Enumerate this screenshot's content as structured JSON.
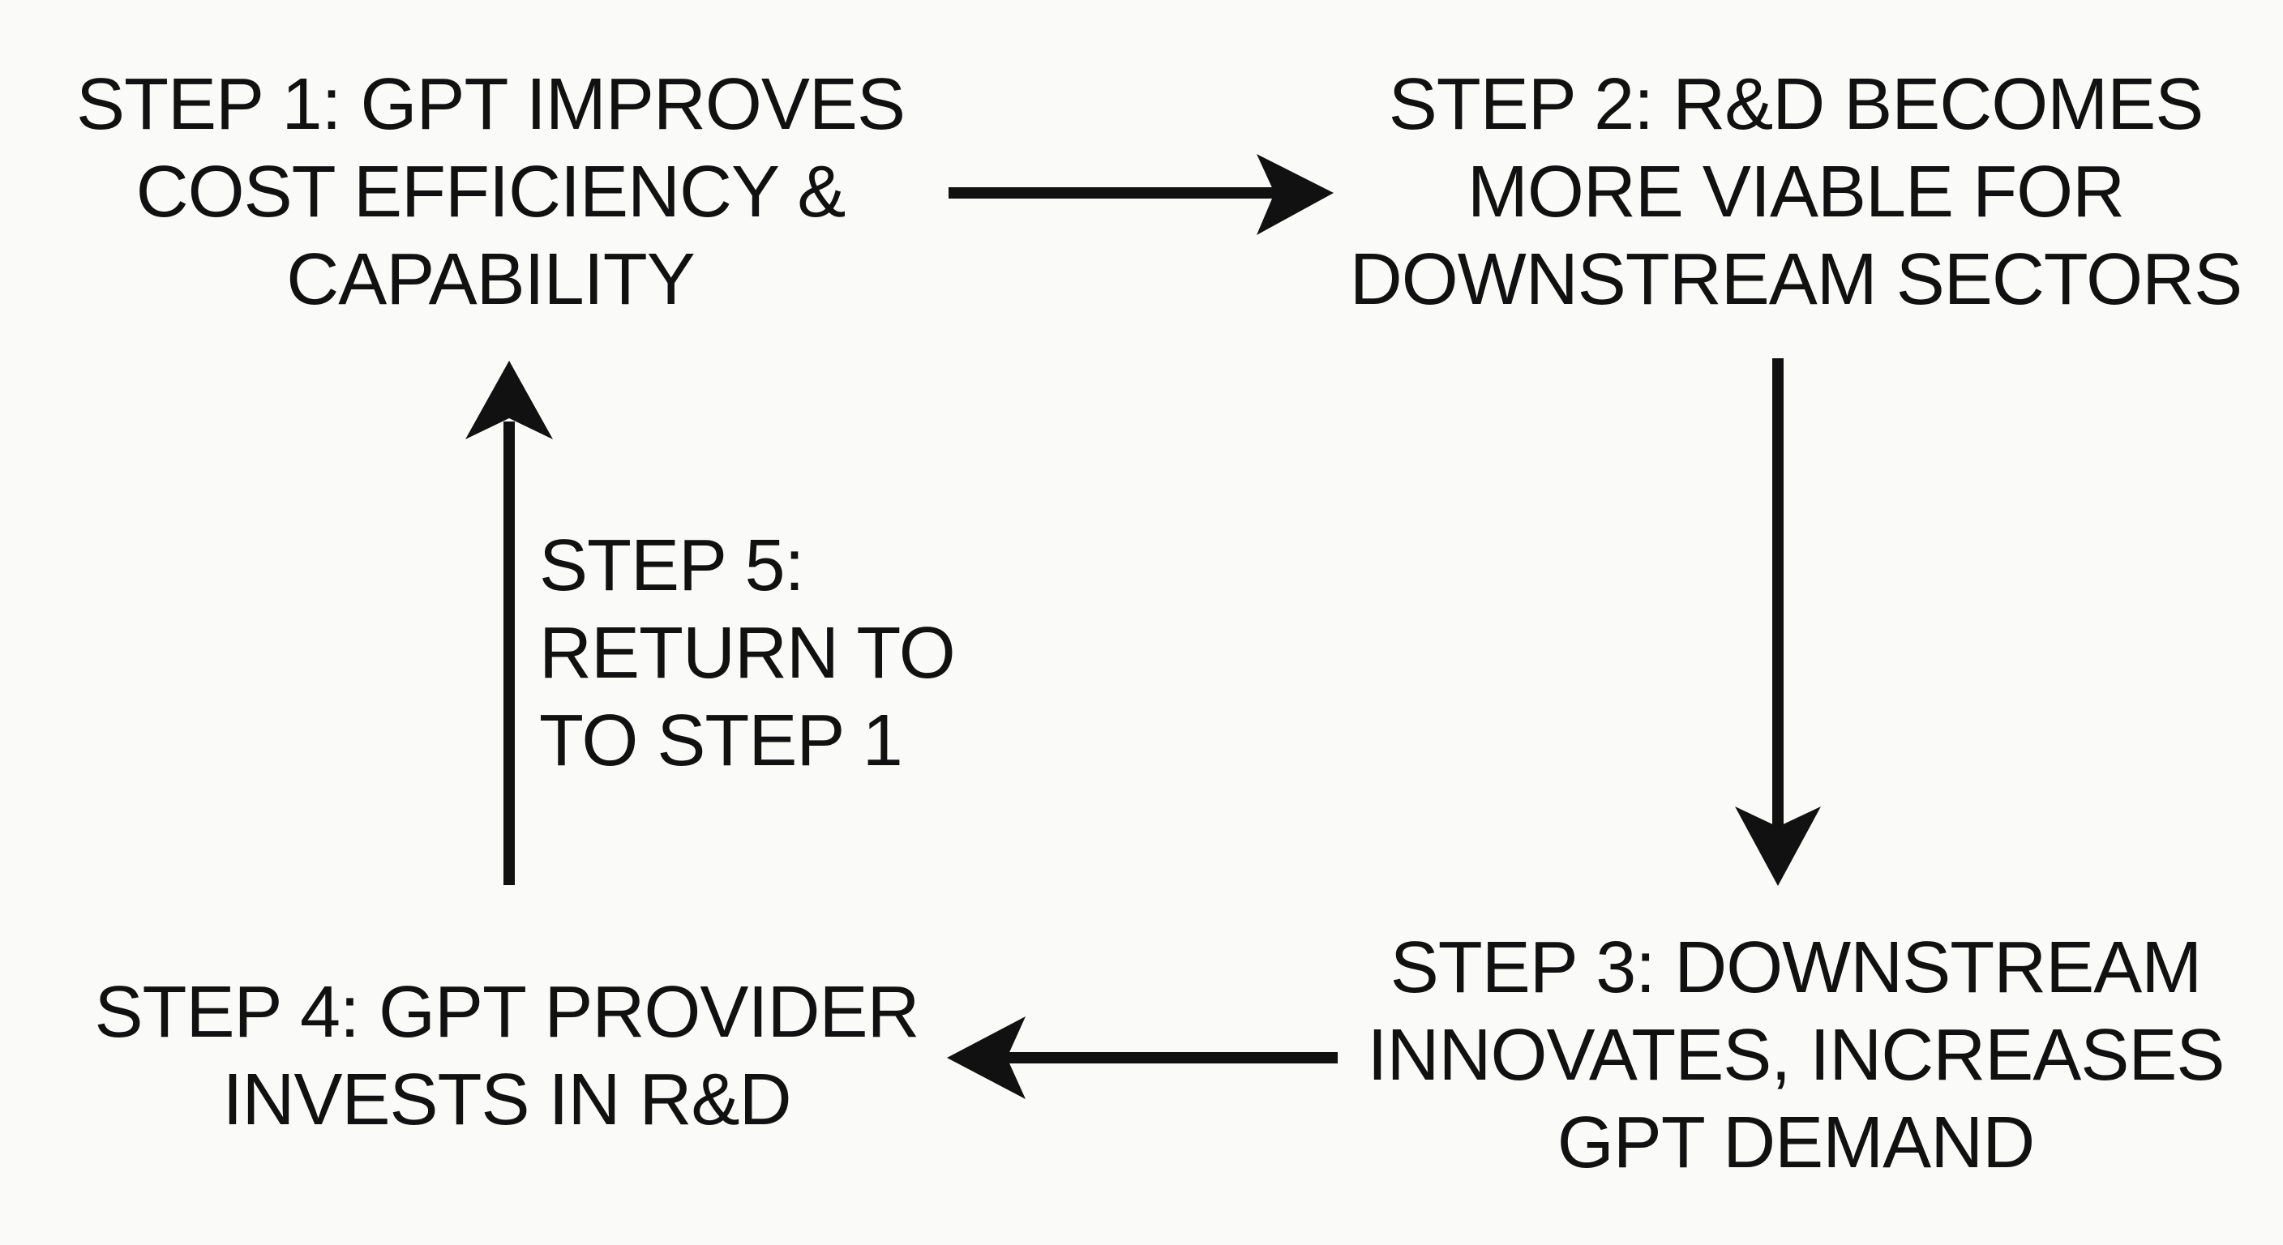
{
  "steps": {
    "step1": {
      "lines": [
        "STEP 1: GPT IMPROVES",
        "COST EFFICIENCY &",
        "CAPABILITY"
      ]
    },
    "step2": {
      "lines": [
        "STEP 2: R&D BECOMES",
        "MORE VIABLE FOR",
        "DOWNSTREAM SECTORS"
      ]
    },
    "step3": {
      "lines": [
        "STEP 3: DOWNSTREAM",
        "INNOVATES, INCREASES",
        "GPT DEMAND"
      ]
    },
    "step4": {
      "lines": [
        "STEP 4: GPT PROVIDER",
        "INVESTS IN R&D"
      ]
    },
    "step5": {
      "lines": [
        "STEP 5:",
        "RETURN TO",
        "TO STEP 1"
      ]
    }
  },
  "colors": {
    "background": "#fafaf8",
    "ink": "#111111"
  }
}
